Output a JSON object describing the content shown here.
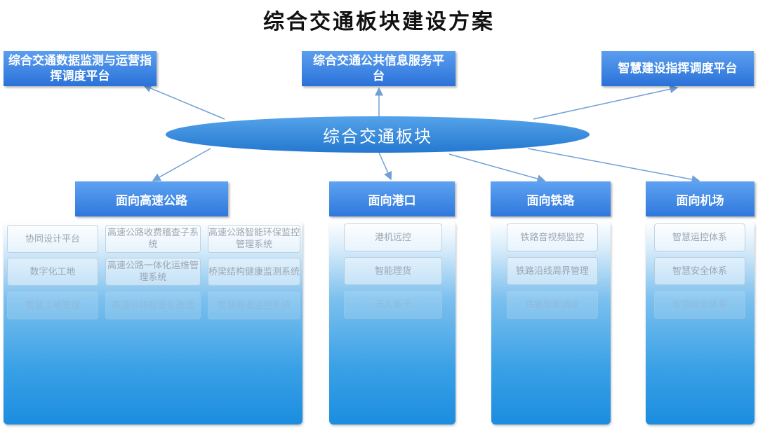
{
  "title": "综合交通板块建设方案",
  "center": "综合交通板块",
  "top_boxes": [
    "综合交通数据监测与运营指挥调度平台",
    "综合交通公共信息服务平台",
    "智慧建设指挥调度平台"
  ],
  "categories": [
    "面向高速公路",
    "面向港口",
    "面向铁路",
    "面向机场"
  ],
  "highway_items": [
    "协同设计平台",
    "高速公路收费稽查子系统",
    "高速公路智能环保监控管理系统",
    "数字化工地",
    "高速公路一体化运维管理系统",
    "桥梁结构健康监测系统",
    "智慧工地管理",
    "高速公路智慧化改造",
    "智慧隧道监控系统"
  ],
  "port_items": [
    "港机远控",
    "智能理货",
    "无人集卡"
  ],
  "rail_items": [
    "铁路音视频监控",
    "铁路沿线周界管理",
    "铁路智能调度"
  ],
  "airport_items": [
    "智慧运控体系",
    "智慧安全体系",
    "智慧服务体系"
  ],
  "colors": {
    "box": "#2f78dc",
    "ellipse": "#2e86db",
    "arrow": "#6fa0d6"
  }
}
